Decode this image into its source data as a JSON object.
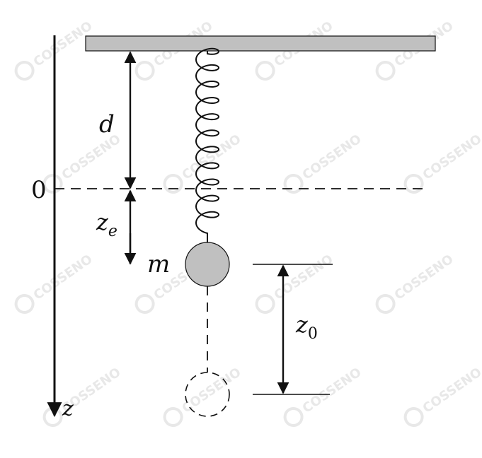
{
  "labels": {
    "origin": "0",
    "axis": "z",
    "d": "d",
    "ze_main": "z",
    "ze_sub": "e",
    "mass": "m",
    "z0_main": "z",
    "z0_sub": "0"
  },
  "watermark": {
    "text": "COSSENO",
    "color": "#e8e8e8"
  },
  "colors": {
    "ceiling": "#c0c0c0",
    "mass": "#c0c0c0",
    "ink": "#111111"
  }
}
